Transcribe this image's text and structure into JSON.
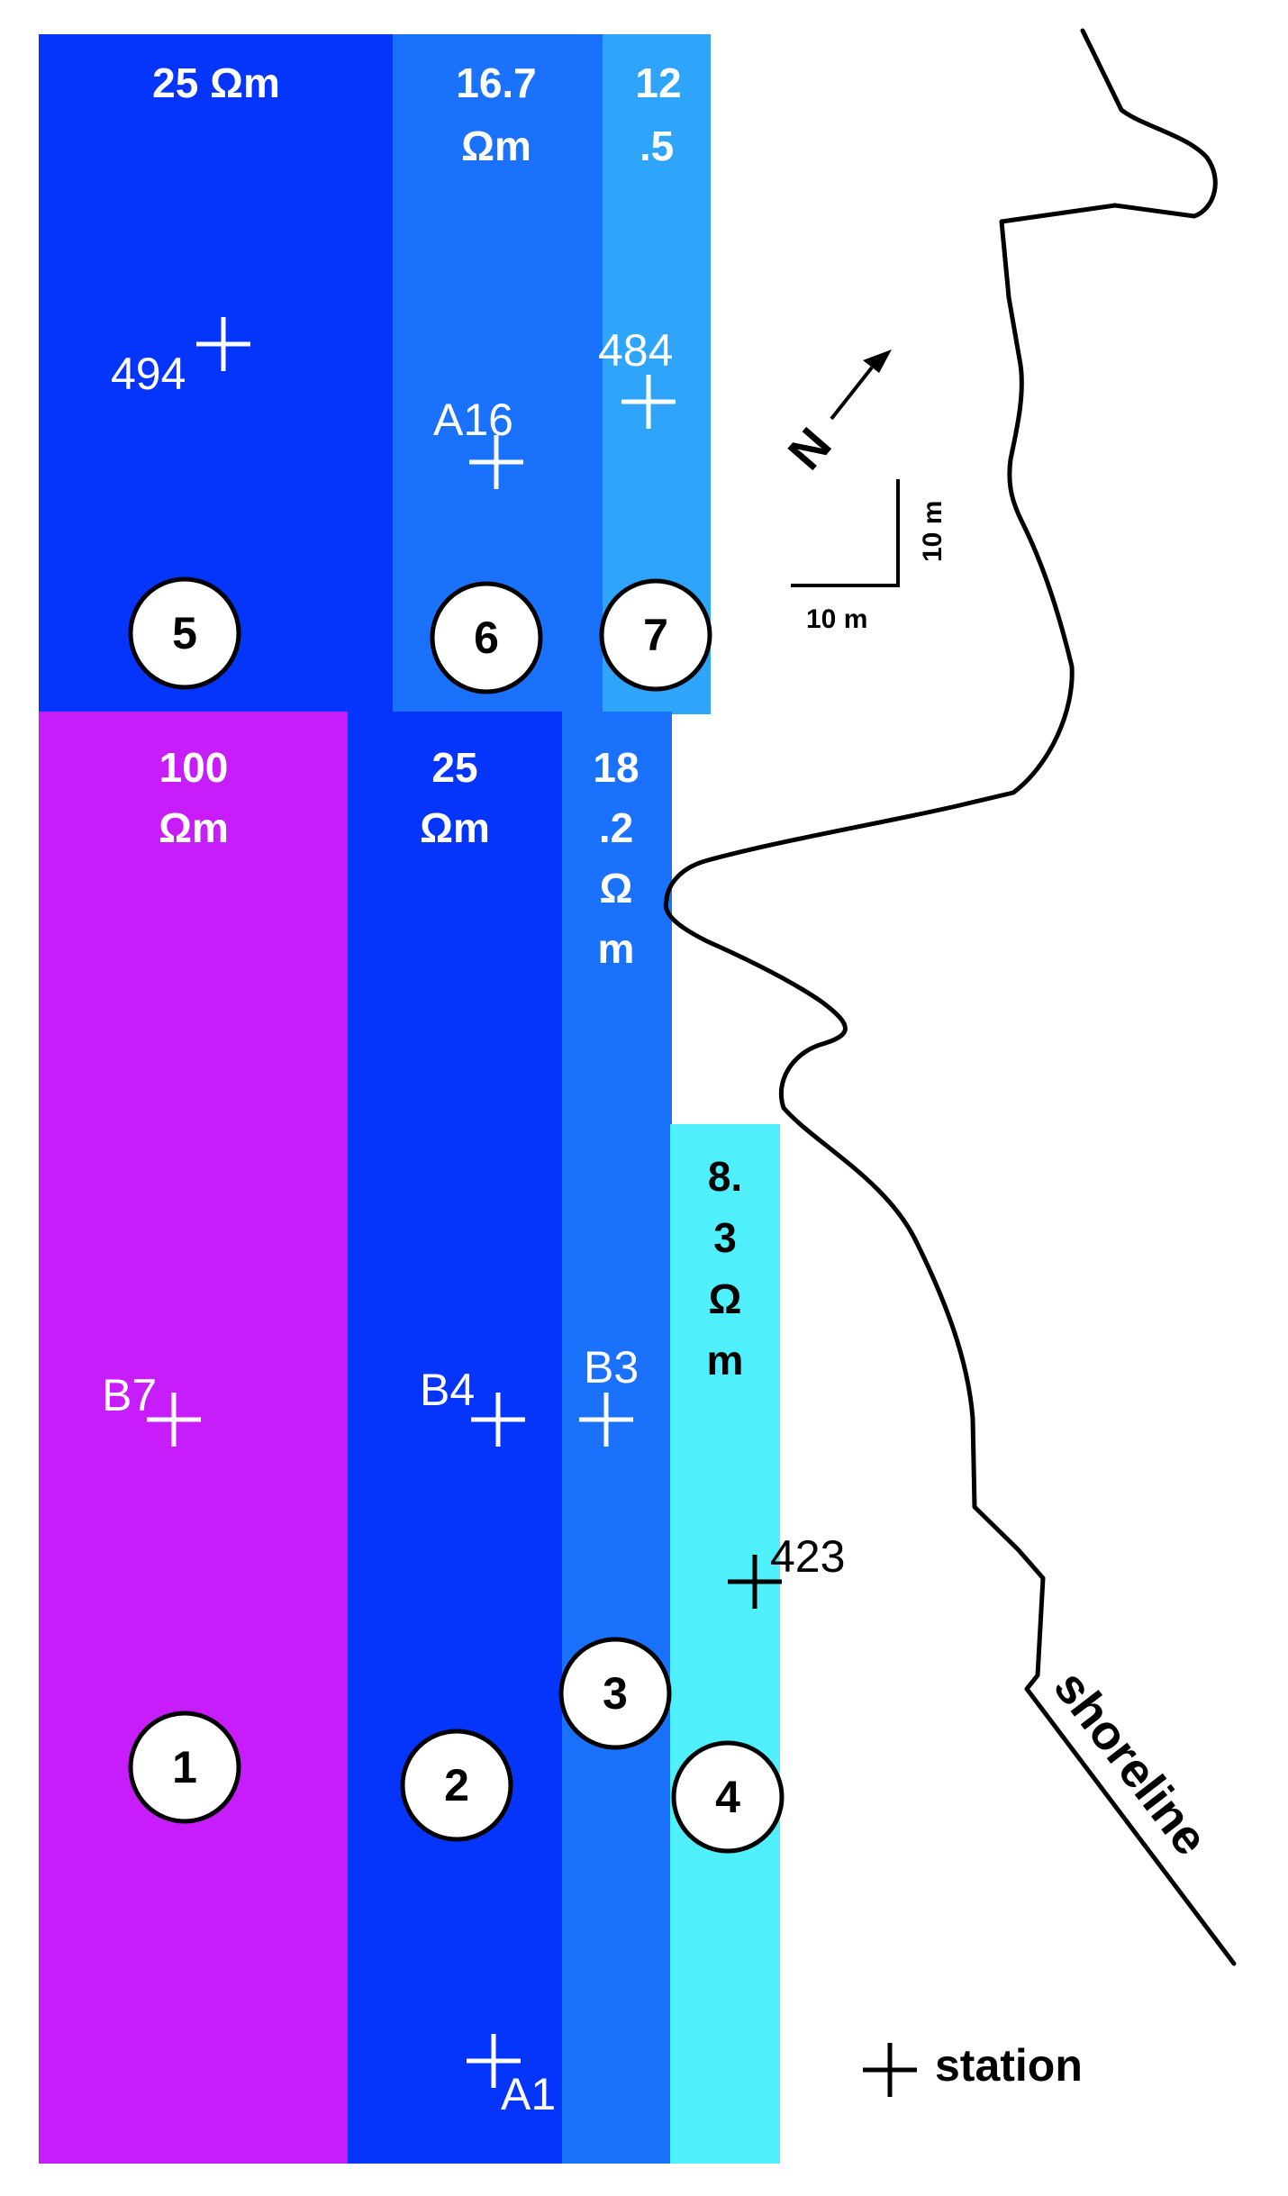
{
  "colors": {
    "rho_100": "#c71dfb",
    "rho_25": "#0534fa",
    "rho_16_7": "#1a71fb",
    "rho_18_2": "#1a71fb",
    "rho_12_5": "#2fa4fb",
    "rho_8_3": "#4ff0fc",
    "shoreline": "#000000"
  },
  "blocks": [
    {
      "id": "5",
      "label_lines": [
        "25 Ωm"
      ],
      "color_key": "rho_25",
      "label_color": "white"
    },
    {
      "id": "6",
      "label_lines": [
        "16.7",
        "Ωm"
      ],
      "color_key": "rho_16_7",
      "label_color": "white"
    },
    {
      "id": "7",
      "label_lines": [
        "12",
        ".5"
      ],
      "color_key": "rho_12_5",
      "label_color": "white"
    },
    {
      "id": "1",
      "label_lines": [
        "100",
        "Ωm"
      ],
      "color_key": "rho_100",
      "label_color": "white"
    },
    {
      "id": "2",
      "label_lines": [
        "25",
        "Ωm"
      ],
      "color_key": "rho_25",
      "label_color": "white"
    },
    {
      "id": "3",
      "label_lines": [
        "18",
        ".2",
        "Ω",
        "m"
      ],
      "color_key": "rho_18_2",
      "label_color": "white"
    },
    {
      "id": "4",
      "label_lines": [
        "8.",
        "3",
        "Ω",
        "m"
      ],
      "color_key": "rho_8_3",
      "label_color": "black"
    }
  ],
  "stations": [
    {
      "name": "494",
      "color": "white"
    },
    {
      "name": "A16",
      "color": "white"
    },
    {
      "name": "484",
      "color": "white"
    },
    {
      "name": "B7",
      "color": "white"
    },
    {
      "name": "B4",
      "color": "white"
    },
    {
      "name": "B3",
      "color": "white"
    },
    {
      "name": "423",
      "color": "black"
    },
    {
      "name": "A1",
      "color": "white"
    }
  ],
  "circles": [
    "5",
    "6",
    "7",
    "1",
    "2",
    "3",
    "4"
  ],
  "north": {
    "label": "N",
    "icon": "north-arrow-icon"
  },
  "scale": {
    "vertical_label": "10 m",
    "horizontal_label": "10 m"
  },
  "shoreline_label": "shoreline",
  "legend": {
    "symbol": "+",
    "label": "station"
  }
}
